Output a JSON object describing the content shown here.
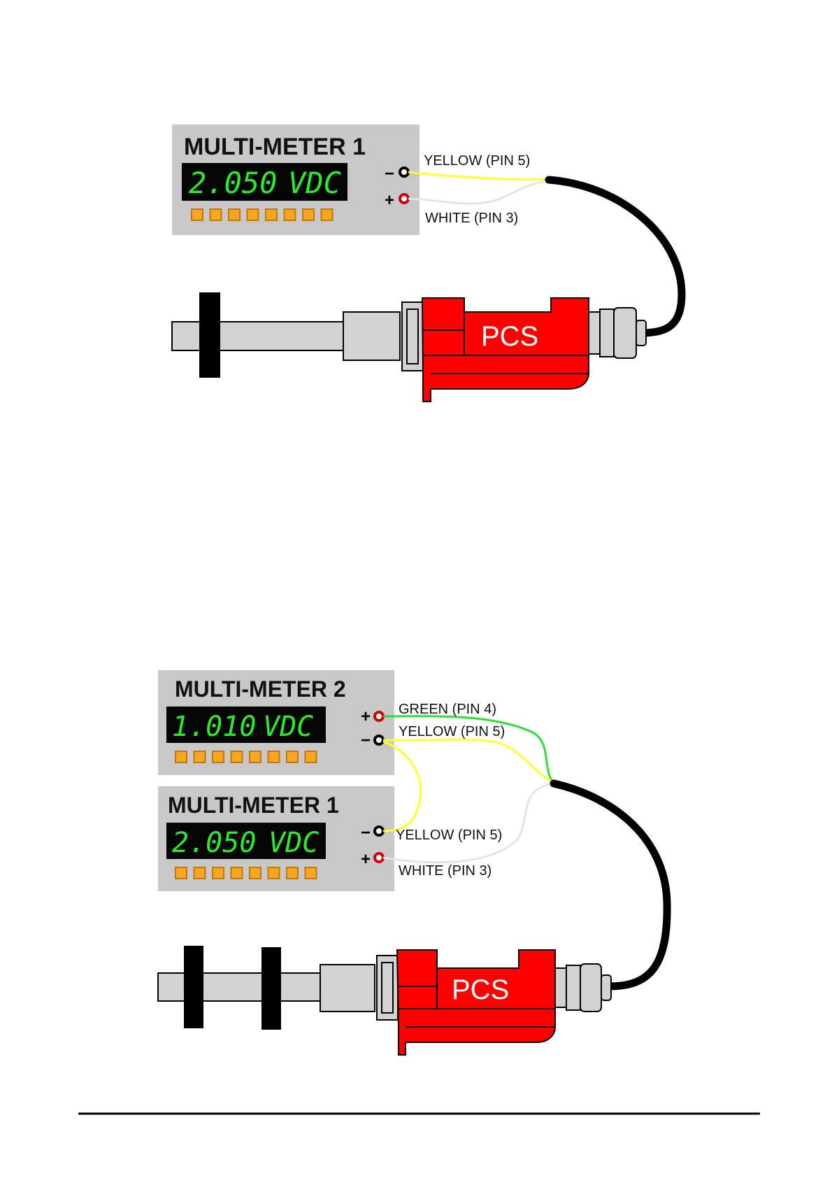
{
  "colors": {
    "meter_body": "#c8c8c8",
    "lcd_background": "#050505",
    "lcd_digits": "#2ee82e",
    "button_fill": "#f5a623",
    "sensor_red": "#ff0000",
    "shaft_grey": "#d2d2d2",
    "wire_yellow": "#ffff33",
    "wire_green": "#33dd33",
    "wire_white": "#e4e4e4",
    "cable_black": "#000000"
  },
  "top_diagram": {
    "meter": {
      "title": "MULTI-METER 1",
      "reading": "2.050",
      "unit": "VDC",
      "button_count": 8
    },
    "terminals": {
      "negative_sign": "−",
      "positive_sign": "+"
    },
    "wires": {
      "yellow_label": "YELLOW (PIN 5)",
      "white_label": "WHITE (PIN 3)"
    },
    "sensor_label": "PCS"
  },
  "bottom_diagram": {
    "meter2": {
      "title": "MULTI-METER 2",
      "reading": "1.010",
      "unit": "VDC",
      "button_count": 8
    },
    "meter1": {
      "title": "MULTI-METER 1",
      "reading": "2.050",
      "unit": "VDC",
      "button_count": 8
    },
    "terminals": {
      "negative_sign": "−",
      "positive_sign": "+"
    },
    "wires": {
      "green_label": "GREEN (PIN 4)",
      "yellow_label_upper": "YELLOW (PIN 5)",
      "yellow_label_lower": "YELLOW (PIN 5)",
      "white_label": "WHITE (PIN 3)"
    },
    "sensor_label": "PCS"
  }
}
